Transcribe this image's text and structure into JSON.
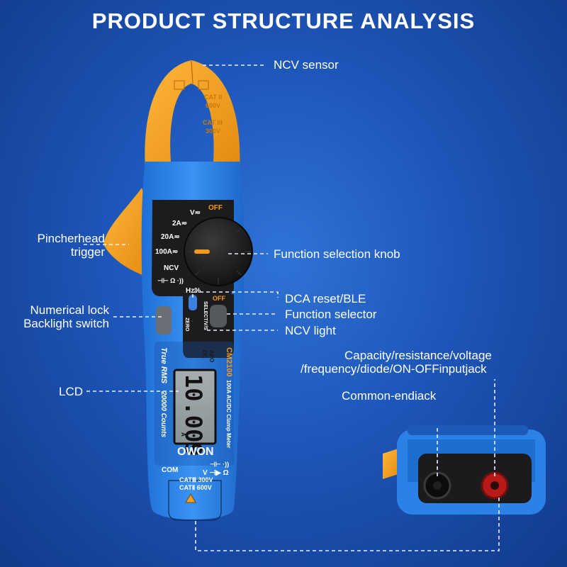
{
  "title": "PRODUCT STRUCTURE ANALYSIS",
  "labels": {
    "ncv_sensor": "NCV sensor",
    "pinch_line1": "Pincherhead",
    "pinch_line2": "trigger",
    "knob": "Function selection knob",
    "dca": "DCA reset/BLE",
    "func_sel": "Function selector",
    "num_lock": "Numerical lock",
    "backlight": "Backlight switch",
    "ncv_light": "NCV light",
    "lcd": "LCD",
    "capacity_line1": "Capacity/resistance/voltage",
    "capacity_line2": "/frequency/diode/ON-OFFinputjack",
    "common": "Common-endiack"
  },
  "device": {
    "jaw_cat_line1": "CAT II",
    "jaw_cat_line2": "600V",
    "jaw_cat_line3": "CAT III",
    "jaw_cat_line4": "300V",
    "dial_off_top": "OFF",
    "dial_v": "V≂",
    "dial_2a": "2A≂",
    "dial_20a": "20A≂",
    "dial_100a": "100A≂",
    "dial_ncv": "NCV",
    "dial_cap": "⊣⊢ Ω ·))",
    "dial_hz": "Hz%",
    "dial_off_bottom": "OFF",
    "btn_zero": "ZERO",
    "btn_select": "SELECT/V/S",
    "model": "CM2100",
    "model_desc": "100A AC/DC Clamp Meter",
    "true_rms": "True RMS",
    "counts": "20000 Counts",
    "apo": "APO",
    "dc": "DC",
    "lcd_value": "10.009",
    "lcd_unit": "A",
    "brand": "OWON",
    "com": "COM",
    "jack_symbols_top": "⊣⊢ ·))",
    "jack_symbols": "V ⊣▶ Ω",
    "cat_line1": "CATⅢ 300V",
    "cat_line2": "CATⅡ 600V"
  },
  "colors": {
    "body_blue": "#2a82e6",
    "jaw_orange": "#f5a01c",
    "panel_black": "#1c1c1e",
    "accent_orange": "#f59a1a"
  }
}
